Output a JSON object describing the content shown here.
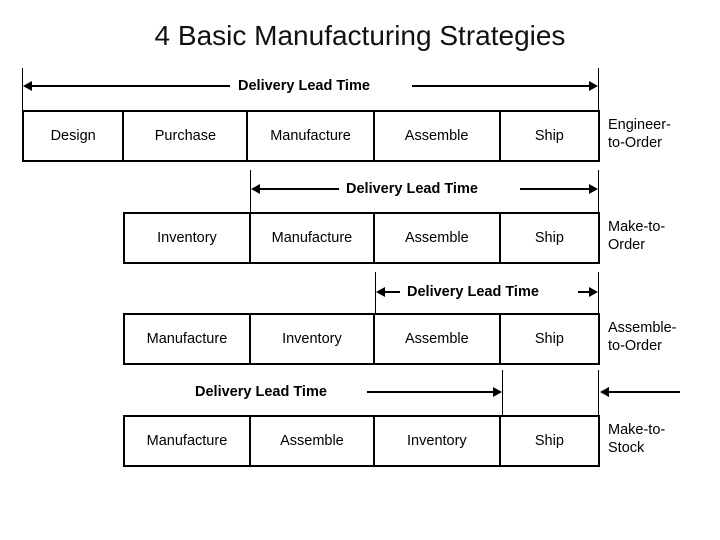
{
  "title": "4 Basic Manufacturing Strategies",
  "lead_time_label": "Delivery Lead Time",
  "colors": {
    "background": "#ffffff",
    "ink": "#000000",
    "title": "#111111"
  },
  "strategies": [
    {
      "id": "engineer-to-order",
      "label_line1": "Engineer-",
      "label_line2": "to-Order",
      "steps": [
        "Design",
        "Purchase",
        "Manufacture",
        "Assemble",
        "Ship"
      ],
      "lead_time_label": "Delivery Lead Time"
    },
    {
      "id": "make-to-order",
      "label_line1": "Make-to-",
      "label_line2": "Order",
      "steps": [
        "Inventory",
        "Manufacture",
        "Assemble",
        "Ship"
      ],
      "lead_time_label": "Delivery Lead Time"
    },
    {
      "id": "assemble-to-order",
      "label_line1": "Assemble-",
      "label_line2": "to-Order",
      "steps": [
        "Manufacture",
        "Inventory",
        "Assemble",
        "Ship"
      ],
      "lead_time_label": "Delivery Lead Time"
    },
    {
      "id": "make-to-stock",
      "label_line1": "Make-to-",
      "label_line2": "Stock",
      "steps": [
        "Manufacture",
        "Assemble",
        "Inventory",
        "Ship"
      ],
      "lead_time_label": "Delivery Lead Time"
    }
  ]
}
